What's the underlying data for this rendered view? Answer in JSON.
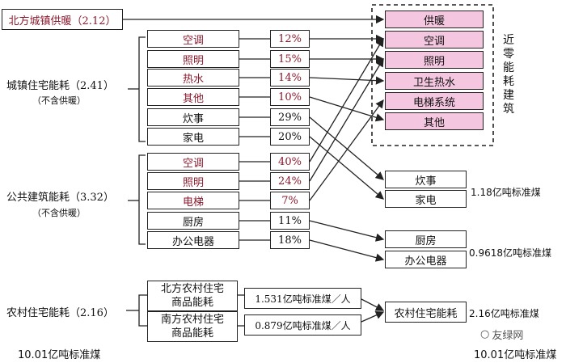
{
  "north_heating": "北方城镇供暖（2.12）",
  "urban_residential": {
    "title": "城镇住宅能耗（2.41）",
    "note": "（不含供暖）",
    "items": [
      {
        "label": "空调",
        "pct": "12%"
      },
      {
        "label": "照明",
        "pct": "15%"
      },
      {
        "label": "热水",
        "pct": "14%"
      },
      {
        "label": "其他",
        "pct": "10%"
      },
      {
        "label": "炊事",
        "pct": "29%"
      },
      {
        "label": "家电",
        "pct": "20%"
      }
    ]
  },
  "public_building": {
    "title": "公共建筑能耗（3.32）",
    "note": "（不含供暖）",
    "items": [
      {
        "label": "空调",
        "pct": "40%"
      },
      {
        "label": "照明",
        "pct": "24%"
      },
      {
        "label": "电梯",
        "pct": "7%"
      },
      {
        "label": "厨房",
        "pct": "11%"
      },
      {
        "label": "办公电器",
        "pct": "18%"
      }
    ]
  },
  "nzeb": {
    "label": "近零能耗建筑",
    "items": [
      "供暖",
      "空调",
      "照明",
      "卫生热水",
      "电梯系统",
      "其他"
    ]
  },
  "outputs_1": {
    "items": [
      "炊事",
      "家电"
    ],
    "value": "1.18亿吨标准煤"
  },
  "outputs_2": {
    "items": [
      "厨房",
      "办公电器"
    ],
    "value": "0.9618亿吨标准煤"
  },
  "rural": {
    "title": "农村住宅能耗（2.16）",
    "north": "北方农村住宅商品能耗",
    "north_lines": [
      "北方农村住宅",
      "商品能耗"
    ],
    "south_lines": [
      "南方农村住宅",
      "商品能耗"
    ],
    "north_value": "1.531亿吨标准煤／人",
    "south_value": "0.879亿吨标准煤／人",
    "target": "农村住宅能耗",
    "target_value": "2.16亿吨标准煤"
  },
  "total_left": "10.01亿吨标准煤",
  "total_right": "10.01亿吨标准煤",
  "watermark": "友绿网",
  "colors": {
    "red_text": "#8b1a2e",
    "pink_fill": "#f4c6e0",
    "line": "#222222"
  }
}
